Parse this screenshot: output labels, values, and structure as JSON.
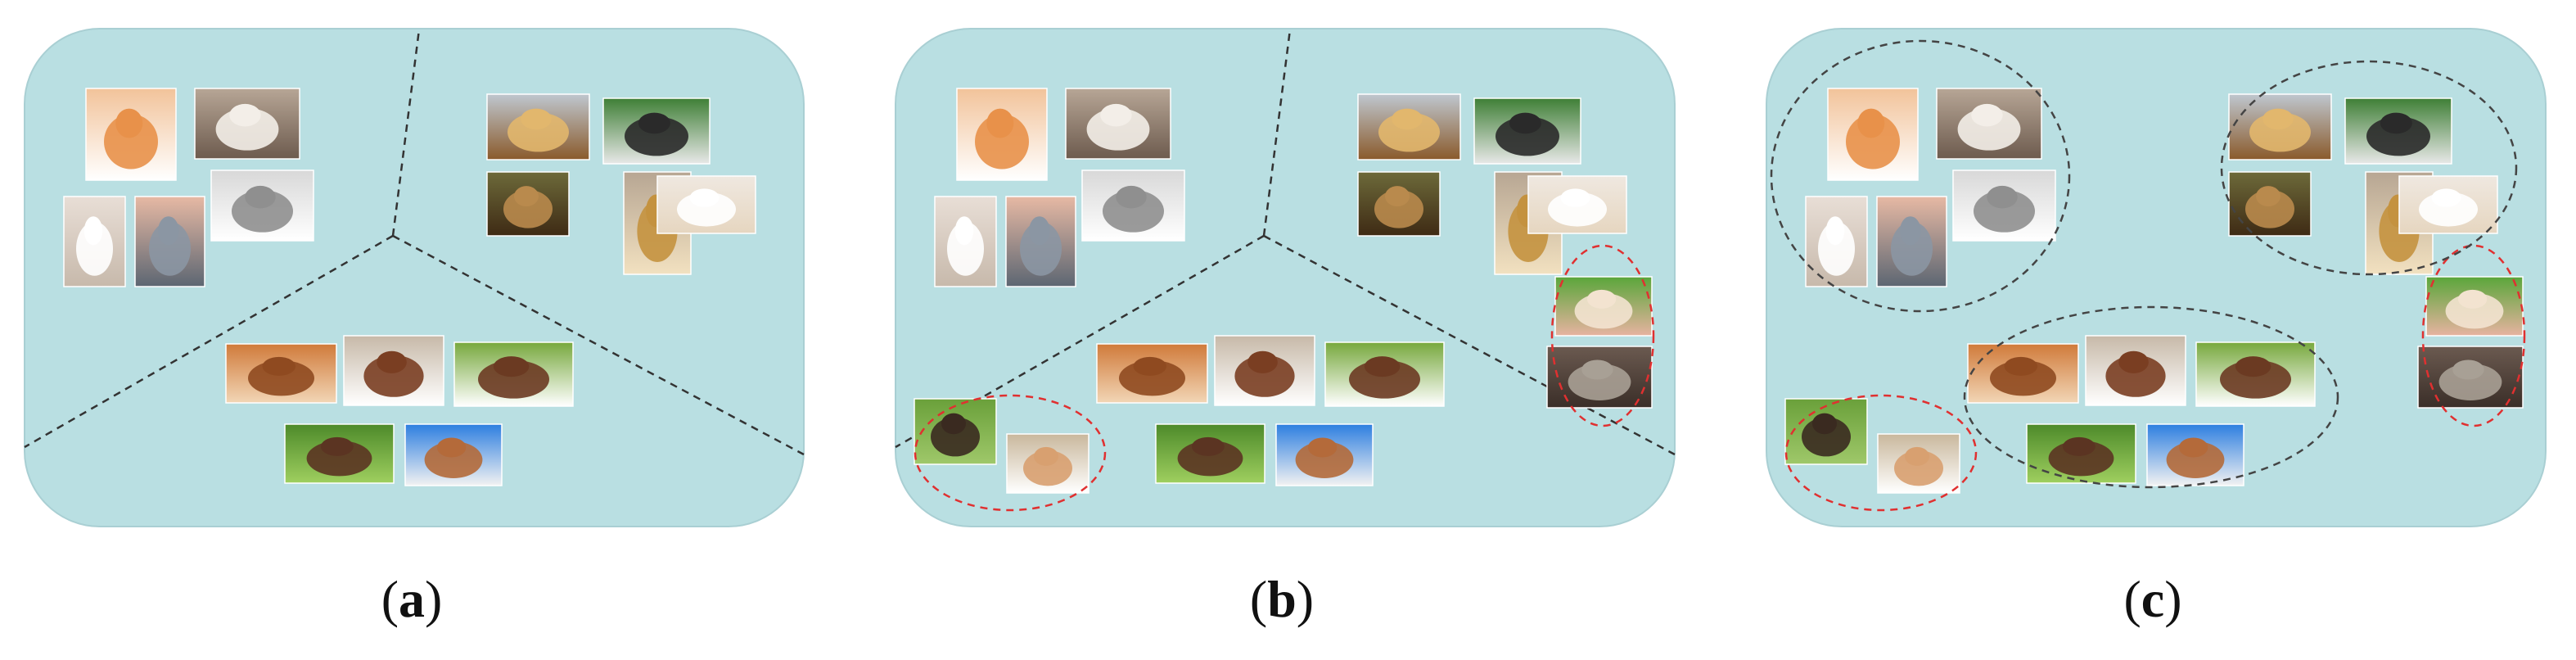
{
  "panels": [
    {
      "letter": "a",
      "label_open": "(",
      "label_close": ")",
      "variant": "partition"
    },
    {
      "letter": "b",
      "label_open": "(",
      "label_close": ")",
      "variant": "partition-outliers"
    },
    {
      "letter": "c",
      "label_open": "(",
      "label_close": ")",
      "variant": "clusters-outliers"
    }
  ],
  "groups": {
    "cats": [
      "cat-photo",
      "cat-photo",
      "cat-photo",
      "cat-photo",
      "cat-photo"
    ],
    "dogs": [
      "dog-photo",
      "dog-photo",
      "dog-photo",
      "dog-photo",
      "dog-photo"
    ],
    "cows": [
      "cow-photo",
      "cow-photo",
      "cow-photo",
      "cow-photo",
      "cow-photo"
    ],
    "horses": [
      "horse-photo",
      "horse-photo"
    ],
    "pigs": [
      "pig-photo",
      "pig-photo"
    ]
  },
  "colors": {
    "panel_fill": "#b9dfe2",
    "panel_stroke": "#a9cfd3",
    "partition_line": "#333333",
    "cluster_ellipse": "#444444",
    "outlier_ellipse": "#e03030"
  }
}
